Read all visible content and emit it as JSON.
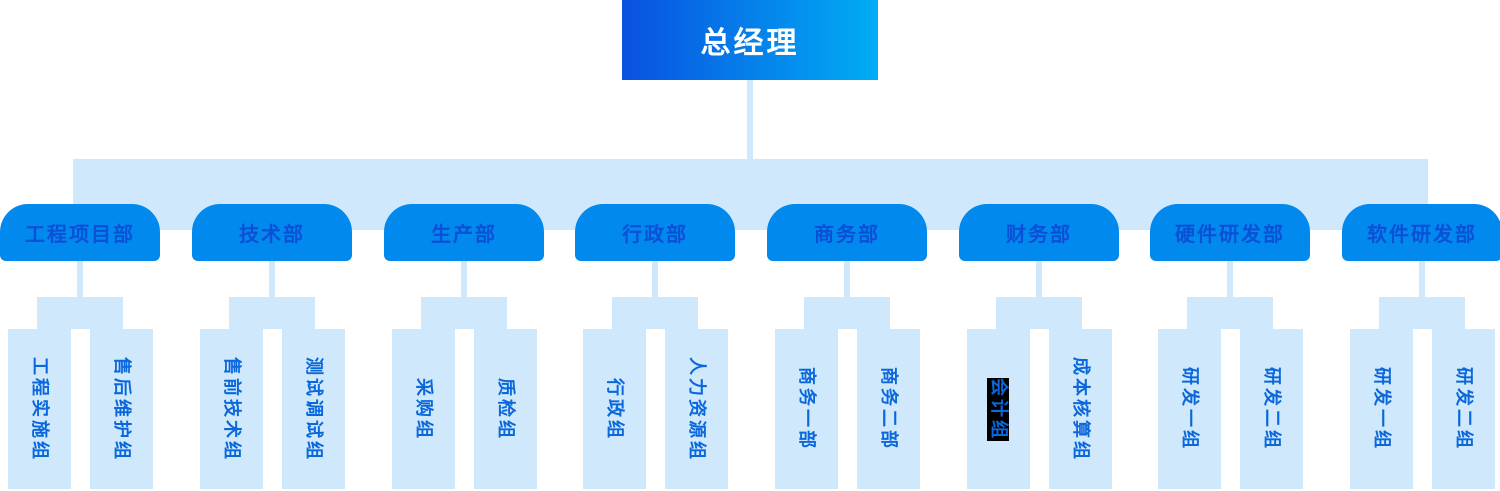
{
  "root": {
    "label": "总经理"
  },
  "colors": {
    "grad-l": "#0a51e0",
    "grad-r": "#00adf4",
    "light": "#cfe8fb",
    "dept": "#0189ee",
    "dept-text": "#0b50d6",
    "group-text": "#0a68dc",
    "sel": "#000000"
  },
  "departments": [
    {
      "label": "工程项目部",
      "groups": [
        {
          "label": "工程实施组",
          "selected": false
        },
        {
          "label": "售后维护组",
          "selected": false
        }
      ]
    },
    {
      "label": "技术部",
      "groups": [
        {
          "label": "售前技术组",
          "selected": false
        },
        {
          "label": "测试调试组",
          "selected": false
        }
      ]
    },
    {
      "label": "生产部",
      "groups": [
        {
          "label": "采购组",
          "selected": false
        },
        {
          "label": "质检组",
          "selected": false
        }
      ]
    },
    {
      "label": "行政部",
      "groups": [
        {
          "label": "行政组",
          "selected": false
        },
        {
          "label": "人力资源组",
          "selected": false
        }
      ]
    },
    {
      "label": "商务部",
      "groups": [
        {
          "label": "商务一部",
          "selected": false
        },
        {
          "label": "商务二部",
          "selected": false
        }
      ]
    },
    {
      "label": "财务部",
      "groups": [
        {
          "label": "会计组",
          "selected": true
        },
        {
          "label": "成本核算组",
          "selected": false
        }
      ]
    },
    {
      "label": "硬件研发部",
      "groups": [
        {
          "label": "研发一组",
          "selected": false
        },
        {
          "label": "研发二组",
          "selected": false
        }
      ]
    },
    {
      "label": "软件研发部",
      "groups": [
        {
          "label": "研发一组",
          "selected": false
        },
        {
          "label": "研发二组",
          "selected": false
        }
      ]
    }
  ]
}
